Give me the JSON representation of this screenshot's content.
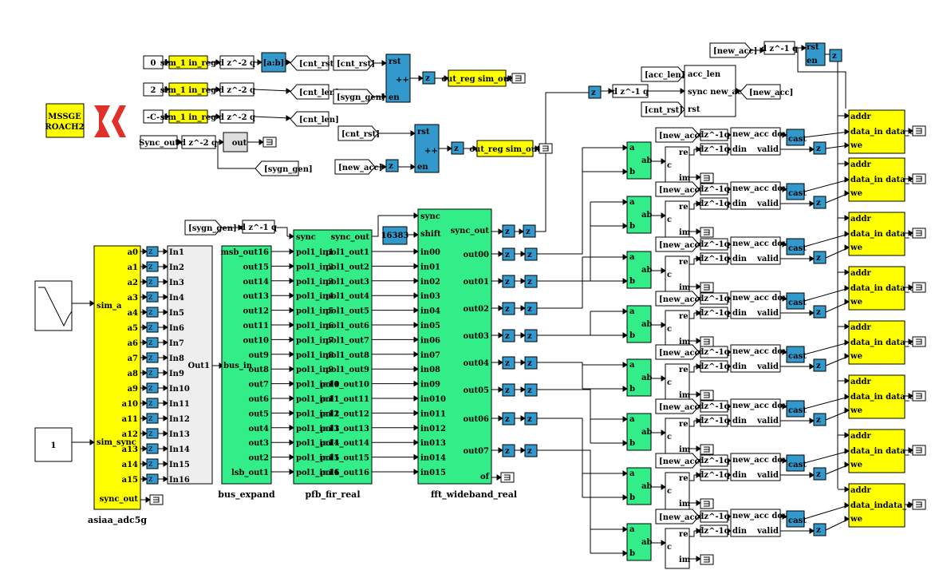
{
  "brand": {
    "label_line1": "MSSGE",
    "label_line2": "ROACH2",
    "logo_icon": "xilinx-logo-icon",
    "yellow": "#ffff00",
    "green": "#33ee88",
    "blue": "#3399cc"
  },
  "top_logic": {
    "const_0": "0",
    "const_2": "2",
    "const_c": "-C-",
    "sim_in_reg": "sim_1 in_reg",
    "delay_z2": "d  z^-2 q",
    "ab_block": "[a:b]",
    "goto_cnt_rst": "[cnt_rst]",
    "goto_cnt_len": "[cnt_len]",
    "sync_out_tag": "Sync_out",
    "slice_out": "out",
    "goto_sygn_gen": "[sygn_gen]",
    "counter_from_cnt_rst": "[cnt_rst]",
    "counter_from_sygn_gen": "[sygn_gen]",
    "counter_from_new_acc": "[new_acc]",
    "counter_rst": "rst",
    "counter_en": "en",
    "counter_sym": "++",
    "out_reg_sim_out": "out_reg sim_out",
    "z_label": "z",
    "acc_from_acc_len": "[acc_len]",
    "acc_from_cnt_rst": "[cnt_rst]",
    "acc_from_new_acc": "[new_acc]",
    "acc_len_port": "acc_len",
    "sync_new_acc_port": "sync new_acc",
    "rst_port": "rst",
    "goto_new_acc": "[new_acc]",
    "z_minus1": "d  z^-1 q"
  },
  "adc": {
    "name": "asiaa_adc5g",
    "inputs": [
      "sim_a",
      "sim_sync"
    ],
    "outputs": [
      "a0",
      "a1",
      "a2",
      "a3",
      "a4",
      "a5",
      "a6",
      "a7",
      "a8",
      "a9",
      "a10",
      "a11",
      "a12",
      "a13",
      "a14",
      "a15"
    ],
    "sync_out": "sync_out",
    "const_1": "1"
  },
  "bus_create": {
    "inputs": [
      "In1",
      "In2",
      "In3",
      "In4",
      "In5",
      "In6",
      "In7",
      "In8",
      "In9",
      "In10",
      "In11",
      "In12",
      "In13",
      "In14",
      "In15",
      "In16"
    ],
    "output": "Out1"
  },
  "bus_expand": {
    "name": "bus_expand",
    "input": "bus_in",
    "outputs": [
      "msb_out16",
      "out15",
      "out14",
      "out13",
      "out12",
      "out11",
      "out10",
      "out9",
      "out8",
      "out7",
      "out6",
      "out5",
      "out4",
      "out3",
      "out2",
      "lsb_out1"
    ]
  },
  "pfb": {
    "name": "pfb_fir_real",
    "from_tag": "[sygn_gen]",
    "delay": "d  z^-1 q",
    "sync_in": "sync",
    "sync_out": "sync_out",
    "inputs": [
      "pol1_in1",
      "pol1_in2",
      "pol1_in3",
      "pol1_in4",
      "pol1_in5",
      "pol1_in6",
      "pol1_in7",
      "pol1_in8",
      "pol1_in9",
      "pol1_in10",
      "pol1_in11",
      "pol1_in12",
      "pol1_in13",
      "pol1_in14",
      "pol1_in15",
      "pol1_in16"
    ],
    "outputs": [
      "pol1_out1",
      "pol1_out2",
      "pol1_out3",
      "pol1_out4",
      "pol1_out5",
      "pol1_out6",
      "pol1_out7",
      "pol1_out8",
      "pol1_out9",
      "pol1_out10",
      "pol1_out11",
      "pol1_out12",
      "pol1_out13",
      "pol1_out14",
      "pol1_out15",
      "pol1_out16"
    ]
  },
  "fft": {
    "name": "fft_wideband_real",
    "shift_const": "16383",
    "inputs_top": [
      "sync",
      "shift"
    ],
    "inputs": [
      "in00",
      "in01",
      "in02",
      "in03",
      "in04",
      "in05",
      "in06",
      "in07",
      "in08",
      "in09",
      "in010",
      "in011",
      "in012",
      "in013",
      "in014",
      "in015"
    ],
    "sync_out": "sync_out",
    "outputs": [
      "out00",
      "out01",
      "out02",
      "out03",
      "out04",
      "out05",
      "out06",
      "out07"
    ],
    "of": "of"
  },
  "channel": {
    "cmult_a": "a",
    "cmult_b": "b",
    "cmult_out": "ab",
    "c_to_ri_in": "c",
    "c_to_ri_re": "re",
    "c_to_ri_im": "im",
    "from_new_acc": "[new_acc]",
    "delay_short": "dz^-1q",
    "vacc_top": "new_acc dout",
    "vacc_din": "din",
    "vacc_valid": "valid",
    "cast": "cast",
    "bram_addr": "addr",
    "bram_data": "data_in data_out",
    "bram_data_alt": "data_indata_out",
    "bram_we": "we"
  }
}
